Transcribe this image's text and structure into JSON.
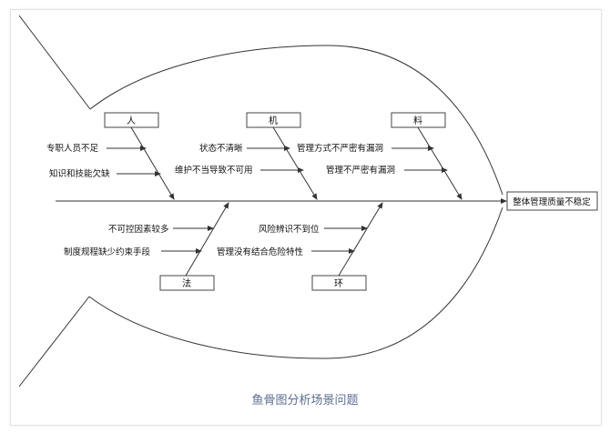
{
  "diagram": {
    "effect": "整体管理质量不稳定",
    "categories": {
      "people": "人",
      "machine": "机",
      "material": "料",
      "method": "法",
      "environment": "环"
    },
    "causes": {
      "people": [
        "专职人员不足",
        "知识和技能欠缺"
      ],
      "machine": [
        "状态不清晰",
        "维护不当导致不可用"
      ],
      "material": [
        "管理方式不严密有漏洞",
        "管理不严密有漏洞"
      ],
      "method": [
        "不可控因素较多",
        "制度规程缺少约束手段"
      ],
      "environment": [
        "风险辨识不到位",
        "管理没有结合危险特性"
      ]
    }
  },
  "caption": "鱼骨图分析场景问题"
}
